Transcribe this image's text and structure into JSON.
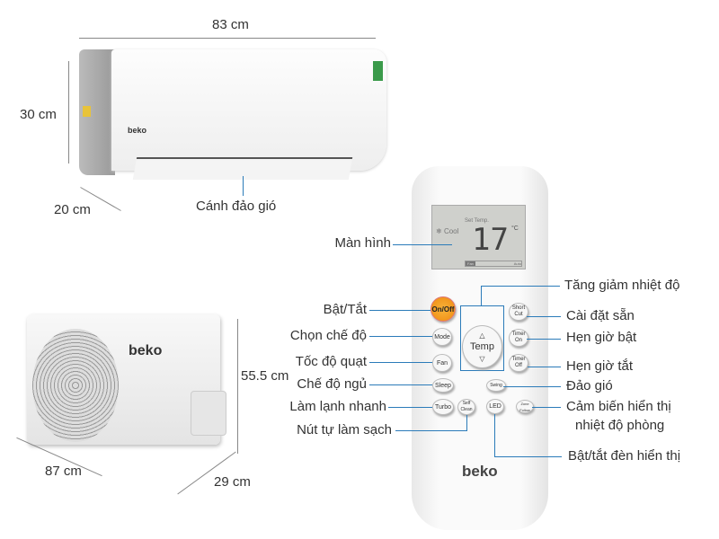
{
  "indoor_unit": {
    "width": "83 cm",
    "height": "30 cm",
    "depth": "20 cm",
    "brand": "beko",
    "louver_label": "Cánh đảo gió"
  },
  "outdoor_unit": {
    "height": "55.5 cm",
    "width": "87 cm",
    "depth": "29 cm",
    "brand": "beko"
  },
  "remote": {
    "brand": "beko",
    "screen": {
      "mode": "Cool",
      "set_temp_label": "Set Temp.",
      "temperature": "17",
      "unit": "°C",
      "fan_left": "Fan",
      "fan_right": "Auto"
    },
    "buttons": {
      "on_off": "On/Off",
      "mode": "Mode",
      "fan": "Fan",
      "sleep": "Sleep",
      "turbo": "Turbo",
      "self_clean": "Self Clean",
      "led": "LED",
      "zone_follow": "Zone Follow",
      "short_cut": "Short Cut",
      "timer_on": "Timer On",
      "timer_off": "Timer Off",
      "swing": "Swing",
      "temp": "Temp",
      "temp_up": "△",
      "temp_down": "▽"
    },
    "labels": {
      "screen": "Màn hình",
      "on_off": "Bật/Tắt",
      "mode": "Chọn chế độ",
      "fan": "Tốc độ quạt",
      "sleep": "Chế độ ngủ",
      "turbo": "Làm lạnh nhanh",
      "self_clean": "Nút tự làm sạch",
      "temp": "Tăng giảm nhiệt độ",
      "short_cut": "Cài đặt sẵn",
      "timer_on": "Hẹn giờ bật",
      "timer_off": "Hẹn giờ tắt",
      "swing": "Đảo gió",
      "zone_follow_1": "Cảm biến hiển thị",
      "zone_follow_2": "nhiệt độ phòng",
      "led": "Bật/tắt đèn hiển thị"
    }
  },
  "colors": {
    "leader": "#2b7bb9",
    "on_off": "#f59a1b"
  }
}
